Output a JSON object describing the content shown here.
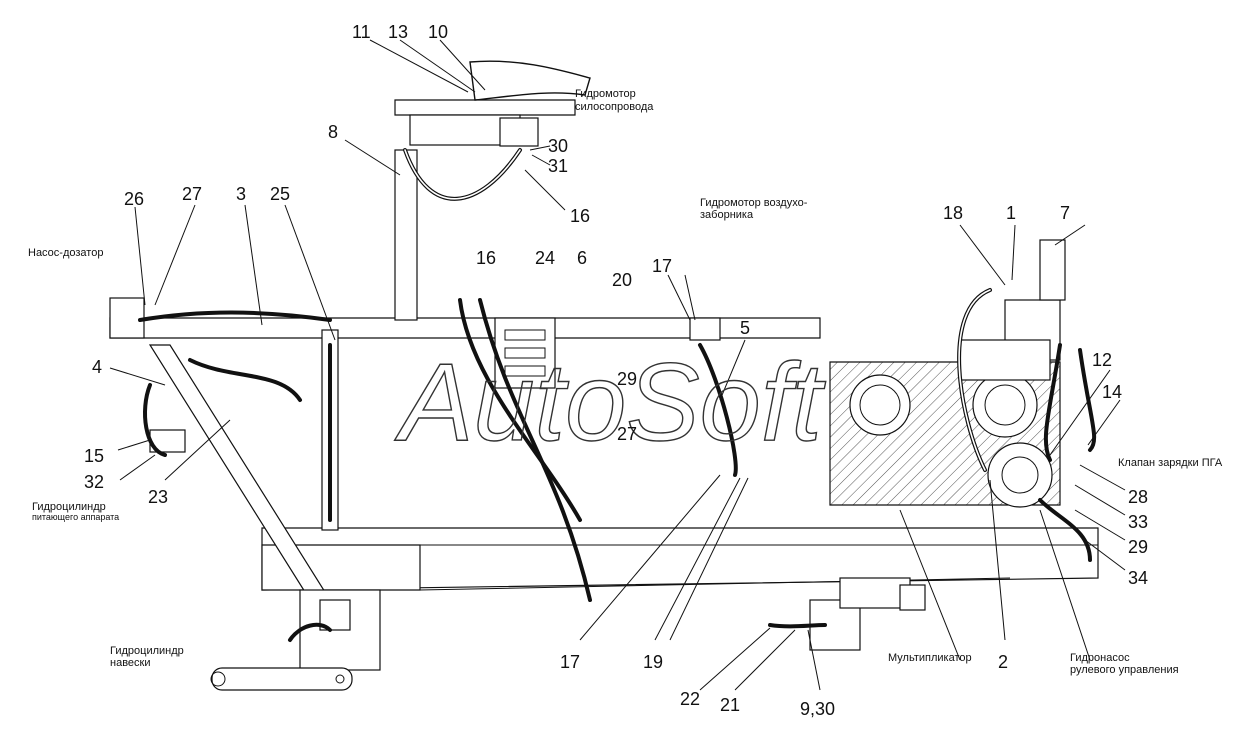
{
  "watermark": "AutoSoft",
  "labels": {
    "hydromotor_silo": "Гидромотор\nсилосопровода",
    "hydromotor_air": "Гидромотор воздухо-\nзаборника",
    "pump_doser": "Насос-дозатор",
    "cyl_feed": "Гидроцилиндр\nпитающего аппарата",
    "cyl_hitch": "Гидроцилиндр\nнавески",
    "multiplier": "Мультипликатор",
    "steering_pump": "Гидронасос\nрулевого управления",
    "pga_valve": "Клапан зарядки ПГА"
  },
  "callouts": [
    "11",
    "13",
    "10",
    "8",
    "30",
    "31",
    "16",
    "26",
    "27",
    "3",
    "25",
    "16",
    "24",
    "6",
    "20",
    "29",
    "27",
    "4",
    "15",
    "32",
    "23",
    "17",
    "5",
    "18",
    "1",
    "7",
    "12",
    "14",
    "28",
    "33",
    "29",
    "34",
    "2",
    "17",
    "19",
    "22",
    "21",
    "9,30"
  ]
}
